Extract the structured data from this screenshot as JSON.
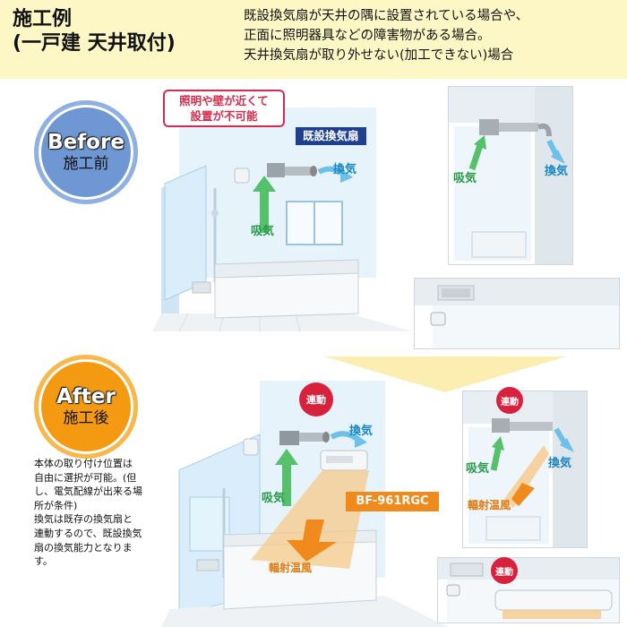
{
  "header": {
    "title_line1": "施工例",
    "title_line2": "(一戸建 天井取付)",
    "desc_line1": "既設換気扇が天井の隅に設置されている場合や、",
    "desc_line2": "正面に照明器具などの障害物がある場合。",
    "desc_line3": "天井換気扇が取り外せない(加工できない)場合"
  },
  "before": {
    "badge_en": "Before",
    "badge_jp": "施工前",
    "callout_line1": "照明や壁が近くて",
    "callout_line2": "設置が不可能",
    "existing_fan": "既設換気扇",
    "exhaust": "換気",
    "intake": "吸気",
    "panel_intake": "吸気",
    "panel_exhaust": "換気"
  },
  "after": {
    "badge_en": "After",
    "badge_jp": "施工後",
    "linked": "連動",
    "exhaust": "換気",
    "intake": "吸気",
    "radiant": "輻射温風",
    "model": "BF-961RGC",
    "panel_linked": "連動",
    "panel_intake": "吸気",
    "panel_exhaust": "換気",
    "panel_radiant": "輻射温風",
    "panel2_linked": "連動",
    "note_line1": "本体の取り付け位置は",
    "note_line2": "自由に選択が可能。(但",
    "note_line3": "し、電気配線が出来る場",
    "note_line4": "所が条件)",
    "note_line5": "換気は既存の換気扇と",
    "note_line6": "連動するので、既設換気",
    "note_line7": "扇の換気能力となりま",
    "note_line8": "す。"
  },
  "colors": {
    "header_bg": "#fdf7c6",
    "before_badge": "#6f97d3",
    "after_badge": "#f39a12",
    "callout_red": "#d62b4d",
    "navy_tag": "#1f3f8f",
    "model_tag": "#f08a1c",
    "linked_red": "#d8213c"
  }
}
